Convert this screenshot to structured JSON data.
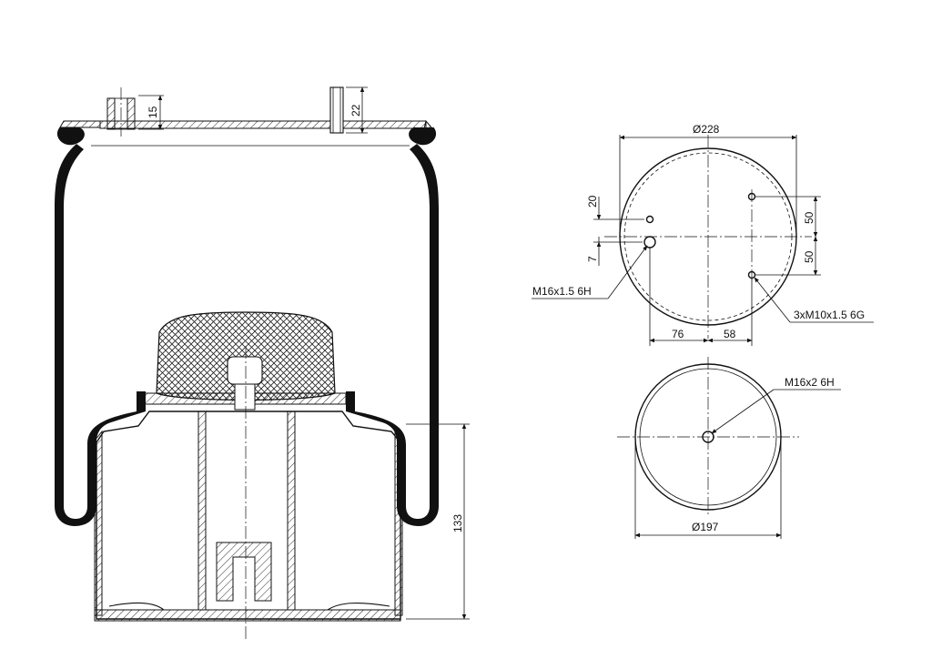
{
  "side_view": {
    "dims": {
      "top_bolt_height": "15",
      "top_stud_height": "22",
      "piston_height": "133"
    }
  },
  "top_plate_view": {
    "dims": {
      "diameter": "Ø228",
      "offset_upper": "20",
      "offset_lower": "7",
      "spacing_upper": "50",
      "spacing_lower": "50",
      "x_left": "76",
      "x_right": "58"
    },
    "callouts": {
      "main_thread": "M16x1.5 6H",
      "bolt_threads": "3xM10x1.5 6G"
    }
  },
  "bottom_plate_view": {
    "dims": {
      "diameter": "Ø197"
    },
    "callouts": {
      "center_thread": "M16x2 6H"
    }
  }
}
